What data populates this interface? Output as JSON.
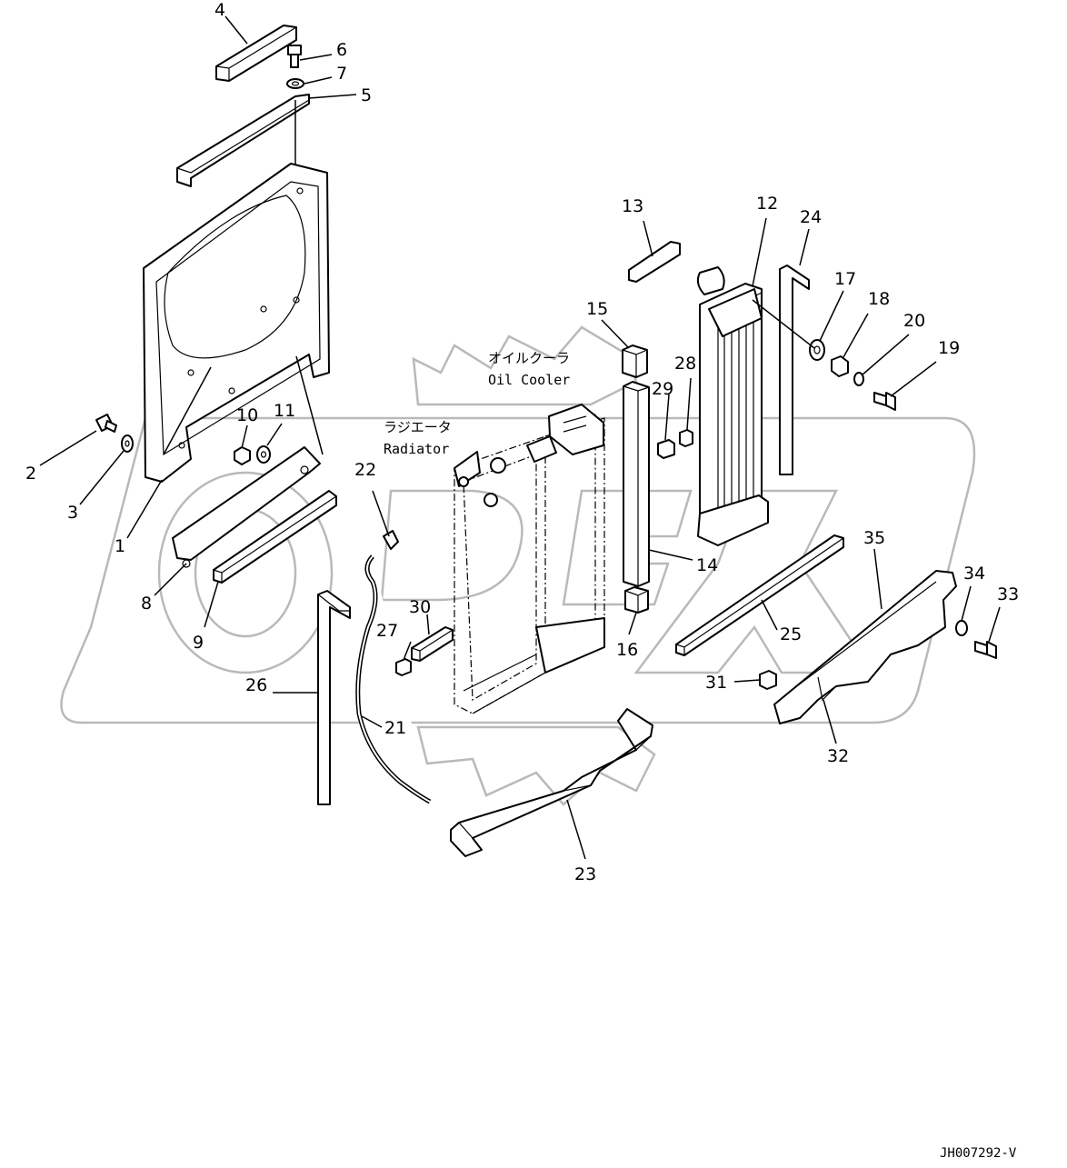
{
  "diagram": {
    "drawing_code": "JH007292-V",
    "watermark": "OPEX",
    "captions": {
      "oil_cooler_jp": "オイルクーラ",
      "oil_cooler_en": "Oil Cooler",
      "radiator_jp": "ラジエータ",
      "radiator_en": "Radiator"
    },
    "callouts": [
      "1",
      "2",
      "3",
      "4",
      "5",
      "6",
      "7",
      "8",
      "9",
      "10",
      "11",
      "12",
      "13",
      "14",
      "15",
      "16",
      "17",
      "18",
      "19",
      "20",
      "21",
      "22",
      "23",
      "24",
      "25",
      "26",
      "27",
      "28",
      "29",
      "30",
      "31",
      "32",
      "33",
      "34",
      "35"
    ]
  }
}
